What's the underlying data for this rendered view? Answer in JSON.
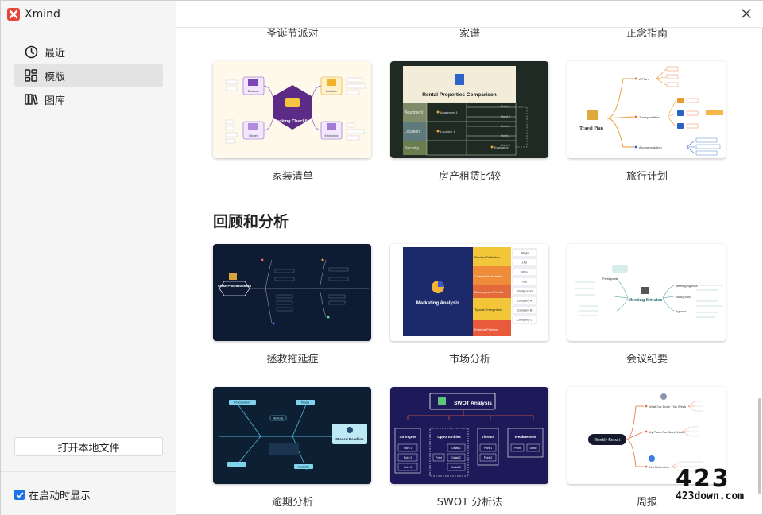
{
  "app": {
    "title": "Xmind"
  },
  "sidebar": {
    "items": [
      {
        "label": "最近",
        "icon": "clock-icon",
        "active": false
      },
      {
        "label": "模版",
        "icon": "template-icon",
        "active": true
      },
      {
        "label": "图库",
        "icon": "library-icon",
        "active": false
      }
    ],
    "open_local_label": "打开本地文件",
    "show_on_startup_label": "在启动时显示",
    "show_on_startup_checked": true
  },
  "main": {
    "top_row_labels": [
      "圣诞节派对",
      "家谱",
      "正念指南"
    ],
    "row1": [
      {
        "label": "家装清单",
        "thumb_title": "Packing Checklist",
        "thumb_nodes": [
          "Bedroom",
          "Furniture",
          "Kitchen",
          "Electronics"
        ]
      },
      {
        "label": "房产租赁比较",
        "thumb_title": "Rental Properties Comparison",
        "thumb_rows": [
          "Apartment",
          "Location",
          "Security"
        ],
        "thumb_items": [
          "Apartment 1",
          "Location 1",
          "Evaluation"
        ],
        "thumb_points": [
          "Point 1",
          "Point 2",
          "Point 1",
          "Point 1",
          "Point 2"
        ]
      },
      {
        "label": "旅行计划",
        "thumb_title": "Travel Plan",
        "thumb_nodes": [
          "A Plan",
          "Transportation",
          "Accommodation"
        ]
      }
    ],
    "section_title": "回顾和分析",
    "row2": [
      {
        "label": "拯救拖延症",
        "thumb_title": "Crash Procrastination"
      },
      {
        "label": "市场分析",
        "thumb_title": "Marketing Analysis",
        "thumb_items": [
          "Product Definition",
          "Competitor Analysis",
          "Development Period",
          "Typical Enterprises",
          "Existing Problem"
        ],
        "thumb_cells": [
          "Wings",
          "Live",
          "Vitex",
          "Nia",
          "Background",
          "Company A",
          "Company B",
          "Company C"
        ]
      },
      {
        "label": "会议纪要",
        "thumb_title": "Meeting Minutes",
        "thumb_nodes": [
          "Meeting Agenda",
          "Background",
          "Agenda"
        ]
      }
    ],
    "row3": [
      {
        "label": "逾期分析",
        "thumb_title": "Missed Deadline",
        "thumb_nodes": [
          "Procurement",
          "People",
          "Methods",
          "Materials"
        ]
      },
      {
        "label": "SWOT 分析法",
        "thumb_title": "SWOT Analysis",
        "thumb_columns": [
          "Strengths",
          "Opportunities",
          "Threats",
          "Weaknesses"
        ],
        "thumb_cells": [
          "Point 1",
          "Point 2",
          "Point 3",
          "Point",
          "Detail 1",
          "Detail 2",
          "Detail 3",
          "Point 1",
          "Point 2",
          "Point",
          "Detail"
        ]
      },
      {
        "label": "周报",
        "thumb_title": "Weekly Report",
        "thumb_nodes": [
          "What I've Done This Week",
          "My Plans For Next Week",
          "Self Reflection"
        ]
      }
    ]
  },
  "watermark": {
    "big": "423",
    "small": "423down.com"
  },
  "colors": {
    "accent": "#1a73e8",
    "logo": "#e8443a",
    "sidebar_bg": "#f5f5f5",
    "active_item": "#e3e3e3"
  }
}
